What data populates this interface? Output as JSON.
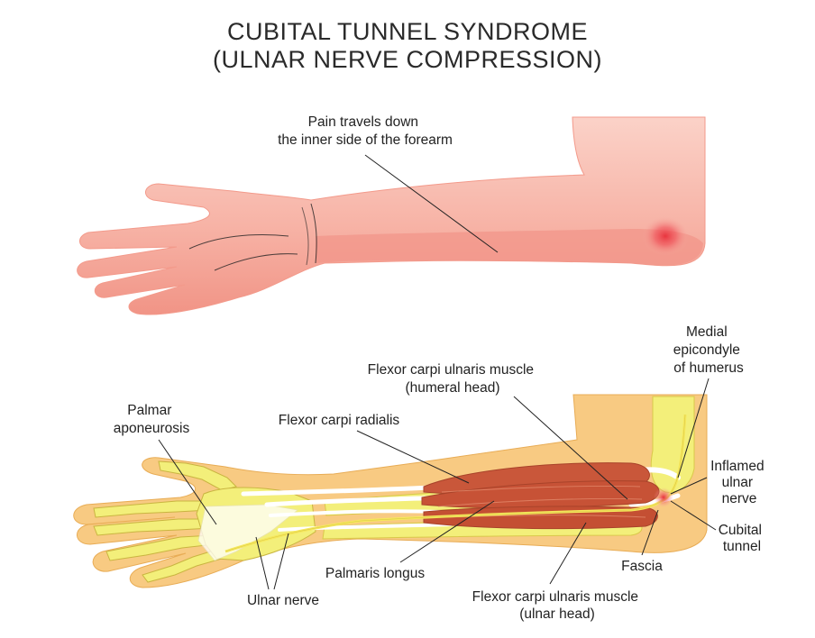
{
  "title": {
    "line1": "CUBITAL TUNNEL SYNDROME",
    "line2": "(ULNAR NERVE COMPRESSION)"
  },
  "top_figure": {
    "pain_label": [
      "Pain travels down",
      "the inner side of the forearm"
    ]
  },
  "bottom_figure": {
    "labels": {
      "medial_epicondyle": [
        "Medial",
        "epicondyle",
        "of humerus"
      ],
      "fcu_humeral": [
        "Flexor carpi ulnaris muscle",
        "(humeral head)"
      ],
      "palmar_aponeurosis": [
        "Palmar",
        "aponeurosis"
      ],
      "flexor_carpi_radialis": [
        "Flexor carpi radialis"
      ],
      "inflamed_ulnar_nerve": [
        "Inflamed",
        "ulnar",
        "nerve"
      ],
      "cubital_tunnel": [
        "Cubital",
        "tunnel"
      ],
      "fascia": [
        "Fascia"
      ],
      "palmaris_longus": [
        "Palmaris longus"
      ],
      "ulnar_nerve": [
        "Ulnar nerve"
      ],
      "fcu_ulnar": [
        "Flexor carpi ulnaris muscle",
        "(ulnar head)"
      ]
    }
  },
  "colors": {
    "skin": "#f7b0a4",
    "skin_dark": "#f08a7c",
    "inflamed": "#e8303a",
    "bone": "#f3ef7a",
    "bone_outline": "#d9c84a",
    "limb_bg": "#f9cd85",
    "muscle": "#c9573a",
    "muscle_dark": "#a8432a",
    "tendon": "#ffffff",
    "text": "#222222"
  }
}
